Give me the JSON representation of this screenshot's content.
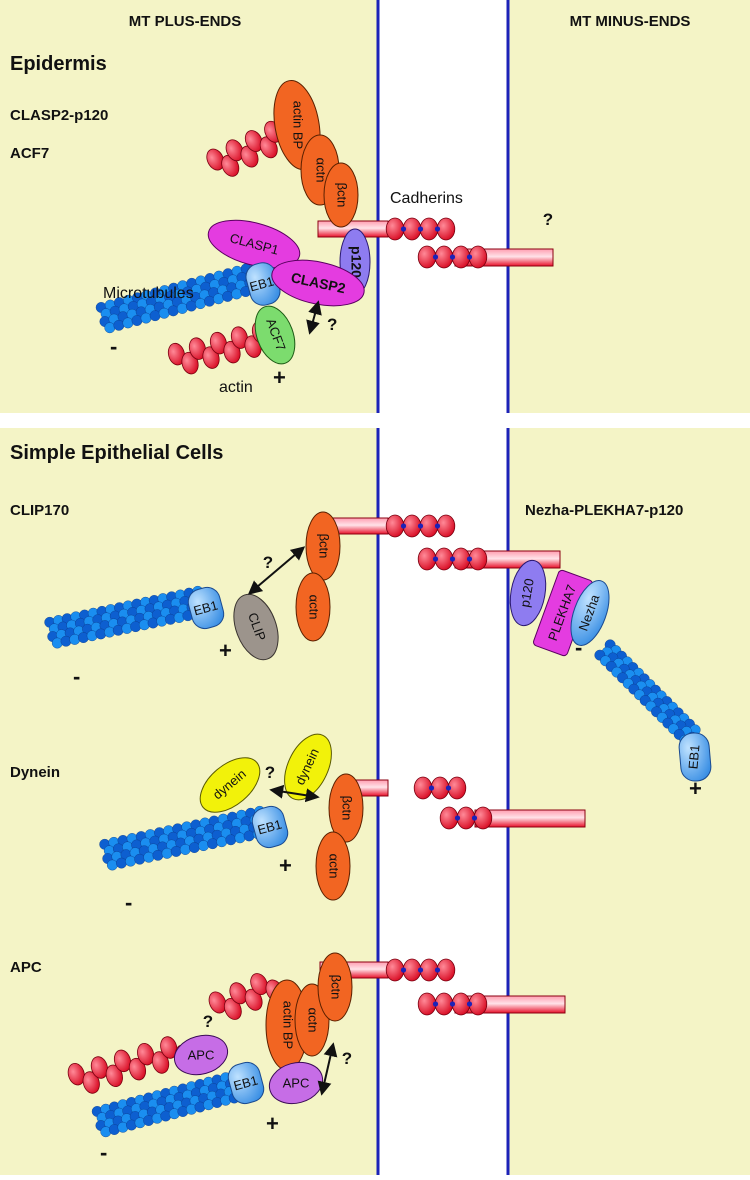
{
  "headers": {
    "plus_ends": "MT PLUS-ENDS",
    "minus_ends": "MT MINUS-ENDS"
  },
  "epidermis": {
    "title": "Epidermis",
    "line1": "CLASP2-p120",
    "line2": "ACF7",
    "cadherins": "Cadherins",
    "microtubules": "Microtubules",
    "actin": "actin",
    "actin_bp": "actin BP",
    "a_ctn": "αctn",
    "b_ctn": "βctn",
    "p120": "p120",
    "clasp1": "CLASP1",
    "clasp2": "CLASP2",
    "eb1": "EB1",
    "acf7": "ACF7",
    "q1": "?",
    "q2": "?",
    "minus": "-",
    "plus": "+"
  },
  "simple": {
    "title": "Simple Epithelial Cells",
    "clip_label": "CLIP170",
    "right_label": "Nezha-PLEKHA7-p120",
    "eb1": "EB1",
    "clip": "CLIP",
    "b_ctn": "βctn",
    "a_ctn": "αctn",
    "p120": "p120",
    "plekha7": "PLEKHA7",
    "nezha": "Nezha",
    "q": "?",
    "minus": "-",
    "plus": "+",
    "right_minus": "-",
    "right_plus": "+",
    "right_eb1": "EB1"
  },
  "dynein": {
    "label": "Dynein",
    "dynein1": "dynein",
    "dynein2": "dynein",
    "eb1": "EB1",
    "b_ctn": "βctn",
    "a_ctn": "αctn",
    "q": "?",
    "minus": "-",
    "plus": "+"
  },
  "apc": {
    "label": "APC",
    "apc1": "APC",
    "apc2": "APC",
    "eb1": "EB1",
    "actin_bp": "actin BP",
    "a_ctn": "αctn",
    "b_ctn": "βctn",
    "q1": "?",
    "q2": "?",
    "minus": "-",
    "plus": "+"
  },
  "colors": {
    "background": "#f4f4c6",
    "membrane_line": "#1c22b8",
    "actin": "#e8102a",
    "microtubule": "#1a8ef0",
    "catenin": "#f26522",
    "p120": "#8e7cf0",
    "clasp": "#e43ce0",
    "eb1": "#4aa3f0",
    "acf7": "#7cdc6e",
    "clip": "#9c948c",
    "dynein": "#f2f20a",
    "apc": "#c66de6"
  }
}
